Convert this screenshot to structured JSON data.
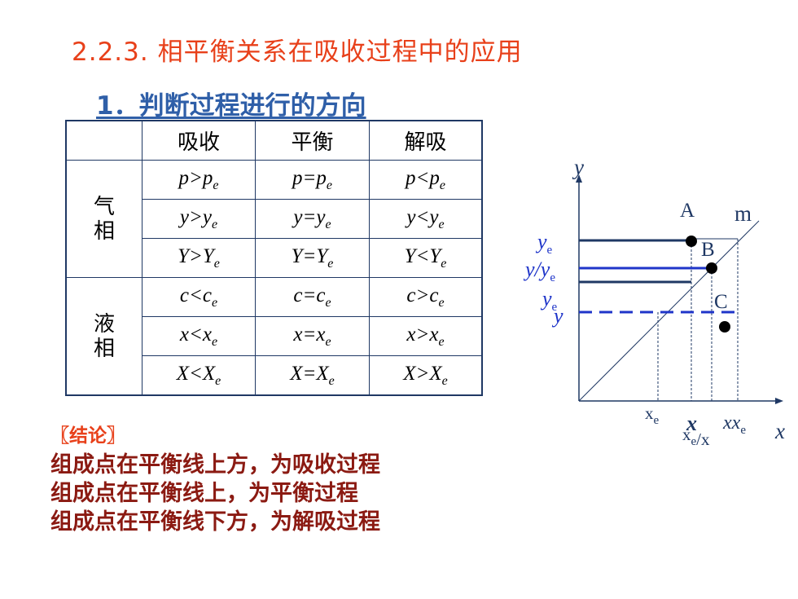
{
  "title": "2.2.3.  相平衡关系在吸收过程中的应用",
  "subtitle": "1．判断过程进行的方向",
  "table": {
    "headers": [
      "",
      "吸收",
      "平衡",
      "解吸"
    ],
    "gas_label": "气\n相",
    "liquid_label": "液\n相",
    "gas_rows": [
      [
        "p>pe",
        "p=pe",
        "p<pe"
      ],
      [
        "y>ye",
        "y=ye",
        "y<ye"
      ],
      [
        "Y>Ye",
        "Y=Ye",
        "Y<Ye"
      ]
    ],
    "liquid_rows": [
      [
        "c<ce",
        "c=ce",
        "c>ce"
      ],
      [
        "x<xe",
        "x=xe",
        "x>xe"
      ],
      [
        "X<Xe",
        "X=Xe",
        "X>Xe"
      ]
    ]
  },
  "conclusion": {
    "tag": "〖结论〗",
    "lines": [
      "组成点在平衡线上方，为吸收过程",
      "组成点在平衡线上，为平衡过程",
      "组成点在平衡线下方，为解吸过程"
    ]
  },
  "diagram": {
    "y_axis_label": "y",
    "x_axis_label": "x",
    "line_label": "m",
    "point_a": "A",
    "point_b": "B",
    "point_c": "C",
    "label_ye_top": "ye",
    "label_y_ye": "y/ye",
    "label_ye_low": "ye",
    "label_y_low": "y",
    "label_xe_left": "xe",
    "label_x_mid": "x",
    "label_xe_x": "xe/x",
    "label_x_right": "xxe",
    "colors": {
      "dark_line": "#1f3864",
      "blue_line": "#1f35c9",
      "dashed_line": "#1f35c9",
      "axis": "#1f3864"
    }
  }
}
